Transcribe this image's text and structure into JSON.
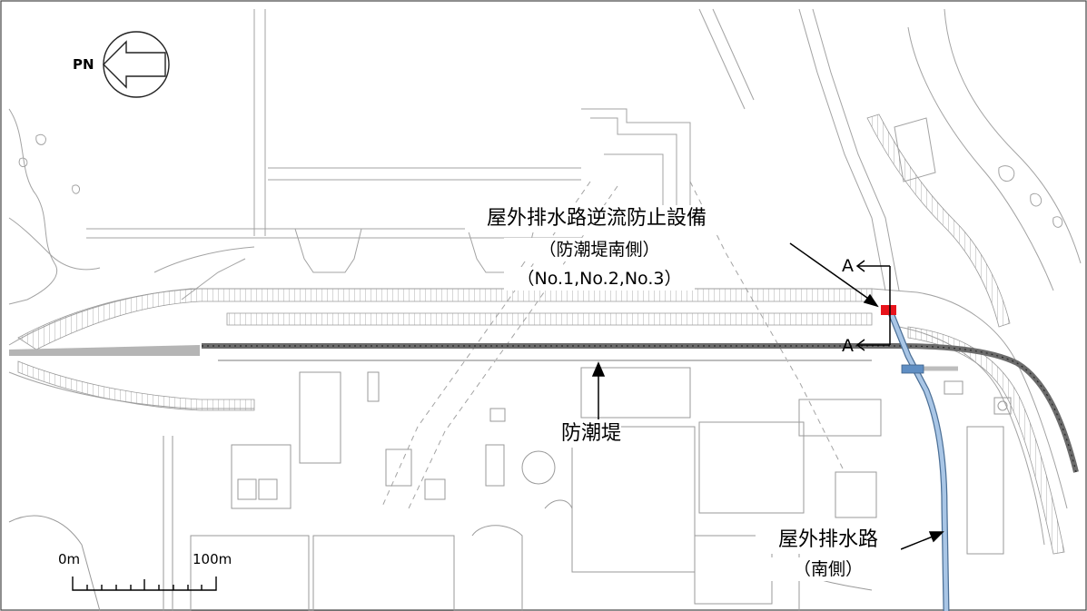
{
  "compass": {
    "label": "PN",
    "icon": "north-arrow-icon"
  },
  "labels": {
    "backflow_title": "屋外排水路逆流防止設備",
    "backflow_sub1": "（防潮堤南側）",
    "backflow_sub2": "（No.1,No.2,No.3）",
    "seawall": "防潮堤",
    "drain_title": "屋外排水路",
    "drain_sub": "（南側）",
    "section_top": "A",
    "section_bottom": "A"
  },
  "scale_bar": {
    "start_label": "0m",
    "end_label": "100m"
  },
  "colors": {
    "seawall": "#6b6b6b",
    "drain": "#8fb4d9",
    "backflow_marker": "#e8141c",
    "linework": "#9a9a9a"
  }
}
